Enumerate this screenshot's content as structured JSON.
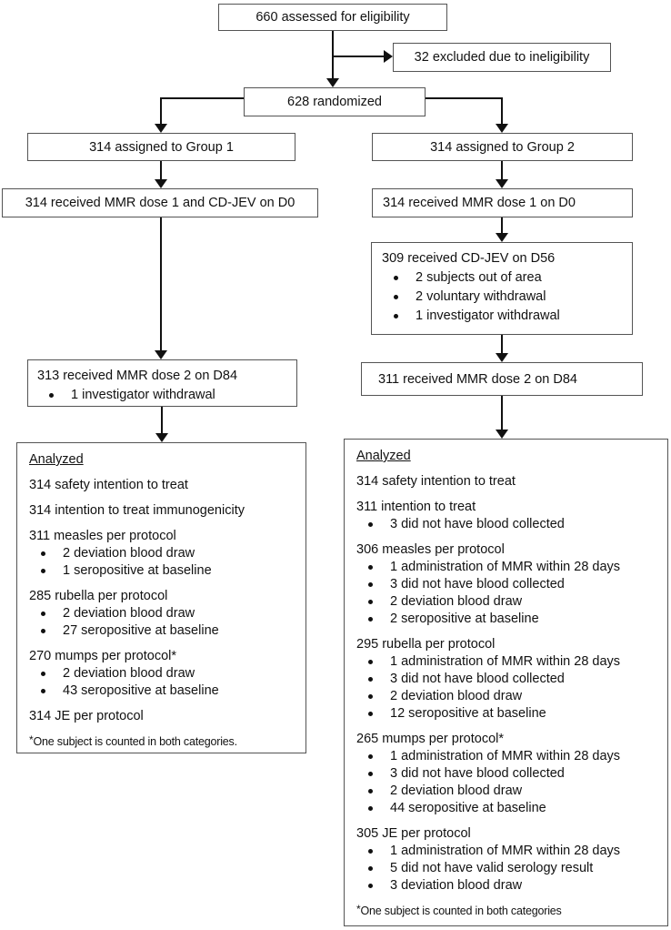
{
  "diagram": {
    "top": {
      "assessed": "660 assessed for eligibility",
      "excluded": "32 excluded due to ineligibility",
      "randomized": "628 randomized"
    },
    "group1": {
      "assigned": "314 assigned to Group 1",
      "dose1": "314 received MMR dose 1 and CD-JEV on D0",
      "dose2": {
        "title": "313 received MMR dose 2 on D84",
        "bullets": [
          "1 investigator withdrawal"
        ]
      },
      "analyzed": {
        "title": "Analyzed",
        "entries": [
          {
            "text": "314 safety intention to treat",
            "bullets": []
          },
          {
            "text": "314 intention to treat immunogenicity",
            "bullets": []
          },
          {
            "text": "311 measles per protocol",
            "bullets": [
              "2 deviation blood draw",
              "1 seropositive at baseline"
            ]
          },
          {
            "text": "285 rubella per protocol",
            "bullets": [
              "2 deviation blood draw",
              "27 seropositive at baseline"
            ]
          },
          {
            "text": "270 mumps per protocol*",
            "bullets": [
              "2 deviation blood draw",
              "43 seropositive at baseline"
            ]
          },
          {
            "text": "314 JE per protocol",
            "bullets": []
          }
        ],
        "footnote_marker": "*",
        "footnote": "One subject is counted in both categories."
      }
    },
    "group2": {
      "assigned": "314 assigned to Group 2",
      "dose1": "314 received MMR dose 1 on D0",
      "cdjev": {
        "title": "309 received CD-JEV on D56",
        "bullets": [
          "2 subjects out of area",
          "2 voluntary withdrawal",
          "1 investigator withdrawal"
        ]
      },
      "dose2": {
        "title": "311 received MMR dose 2 on D84"
      },
      "analyzed": {
        "title": "Analyzed",
        "entries": [
          {
            "text": "314 safety intention to treat",
            "bullets": []
          },
          {
            "text": "311 intention to treat",
            "bullets": [
              "3 did not have blood collected"
            ]
          },
          {
            "text": "306 measles per protocol",
            "bullets": [
              "1 administration of MMR within 28 days",
              "3 did not have blood collected",
              "2 deviation blood draw",
              "2 seropositive at baseline"
            ]
          },
          {
            "text": "295 rubella per protocol",
            "bullets": [
              "1 administration of MMR within 28 days",
              "3 did not have blood collected",
              "2 deviation blood draw",
              "12 seropositive at baseline"
            ]
          },
          {
            "text": "265 mumps per protocol*",
            "bullets": [
              "1 administration of MMR within 28 days",
              "3 did not have blood collected",
              "2 deviation blood draw",
              "44 seropositive at baseline"
            ]
          },
          {
            "text": "305 JE per protocol",
            "bullets": [
              "1 administration of MMR within 28 days",
              "5 did not have valid serology result",
              "3 deviation blood draw"
            ]
          }
        ],
        "footnote_marker": "*",
        "footnote": "One subject is counted in both categories"
      }
    }
  }
}
